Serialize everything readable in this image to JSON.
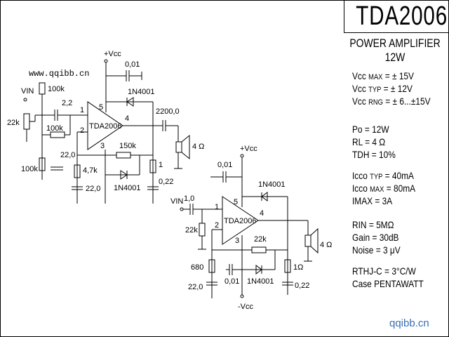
{
  "title": "TDA2006",
  "subtitle": "POWER AMPLIFIER",
  "power_label": "12W",
  "specs": [
    {
      "name": "Vcc",
      "qual": "MAX",
      "value": "= ± 15V"
    },
    {
      "name": "Vcc",
      "qual": "TYP",
      "value": "= ± 12V"
    },
    {
      "name": "Vcc",
      "qual": "RNG",
      "value": "= ± 6...±15V"
    },
    {
      "name": "Po",
      "qual": "",
      "value": "= 12W"
    },
    {
      "name": "RL",
      "qual": "",
      "value": "= 4 Ω"
    },
    {
      "name": "TDH",
      "qual": "",
      "value": "= 10%"
    },
    {
      "name": "Icco",
      "qual": "TYP",
      "value": "= 40mA"
    },
    {
      "name": "Icco",
      "qual": "MAX",
      "value": "= 80mA"
    },
    {
      "name": "IMAX",
      "qual": "",
      "value": "=   3A"
    },
    {
      "name": "RIN",
      "qual": "",
      "value": "=   5MΩ"
    },
    {
      "name": "Gain",
      "qual": "",
      "value": "=   30dB"
    },
    {
      "name": "Noise",
      "qual": "",
      "value": "=  3 μV"
    },
    {
      "name": "RTHJ-C",
      "qual": "",
      "value": "= 3°C/W"
    },
    {
      "name": "Case",
      "qual": "",
      "value": "  PENTAWATT"
    }
  ],
  "watermark_top": "www.qqibb.cn",
  "watermark_bottom": "qqibb.cn",
  "circuit1": {
    "vcc": "+Vcc",
    "vin": "VIN",
    "chip": "TDA2006",
    "pins": [
      "1",
      "2",
      "3",
      "4",
      "5"
    ],
    "c_supply": "0,01",
    "diode_top": "1N4001",
    "diode_bottom": "1N4001",
    "c_out": "2200,0",
    "speaker": "4 Ω",
    "r_in_pot": "22k",
    "c_in": "2,2",
    "r_bias_top": "100k",
    "r_bias_mid": "100k",
    "r_bias_bot": "100k",
    "c_fb": "22,0",
    "r_fb_gnd": "4,7k",
    "c_fb_gnd": "22,0",
    "r_fb": "150k",
    "r_zobel": "1",
    "c_zobel": "0,22"
  },
  "circuit2": {
    "vcc_pos": "+Vcc",
    "vcc_neg": "-Vcc",
    "vin": "VIN",
    "chip": "TDA2006",
    "pins": [
      "1",
      "2",
      "3",
      "4",
      "5"
    ],
    "c_supply_pos": "0,01",
    "c_supply_neg": "0,01",
    "diode_top": "1N4001",
    "diode_bottom": "1N4001",
    "c_in": "1,0",
    "r_in": "22k",
    "r_fb": "22k",
    "r_gnd": "680",
    "c_gnd": "22,0",
    "r_zobel": "1Ω",
    "c_zobel": "0,22",
    "speaker": "4 Ω"
  }
}
